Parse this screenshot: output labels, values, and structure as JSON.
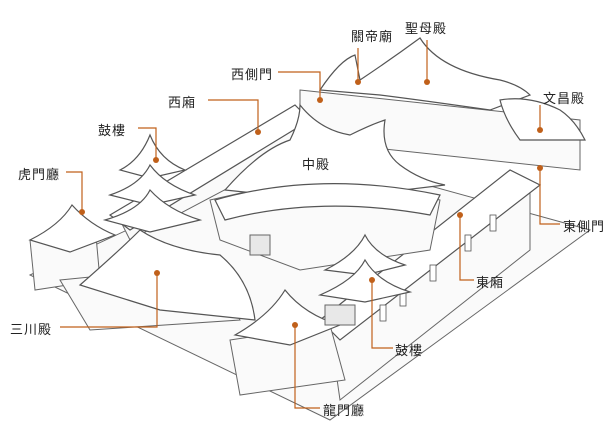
{
  "title": "Temple layout diagram",
  "accent_color": "#c0601a",
  "labels": {
    "guandi_temple": "關帝廟",
    "shengmu_hall": "聖母殿",
    "west_side_gate": "西側門",
    "west_wing": "西廂",
    "wenchang_hall": "文昌殿",
    "drum_tower_west": "鼓樓",
    "middle_hall": "中殿",
    "tiger_gate_hall": "虎門廳",
    "east_side_gate": "東側門",
    "east_wing": "東廂",
    "sanchuan_hall": "三川殿",
    "drum_tower_east": "鼓樓",
    "dragon_gate_hall": "龍門廳"
  }
}
